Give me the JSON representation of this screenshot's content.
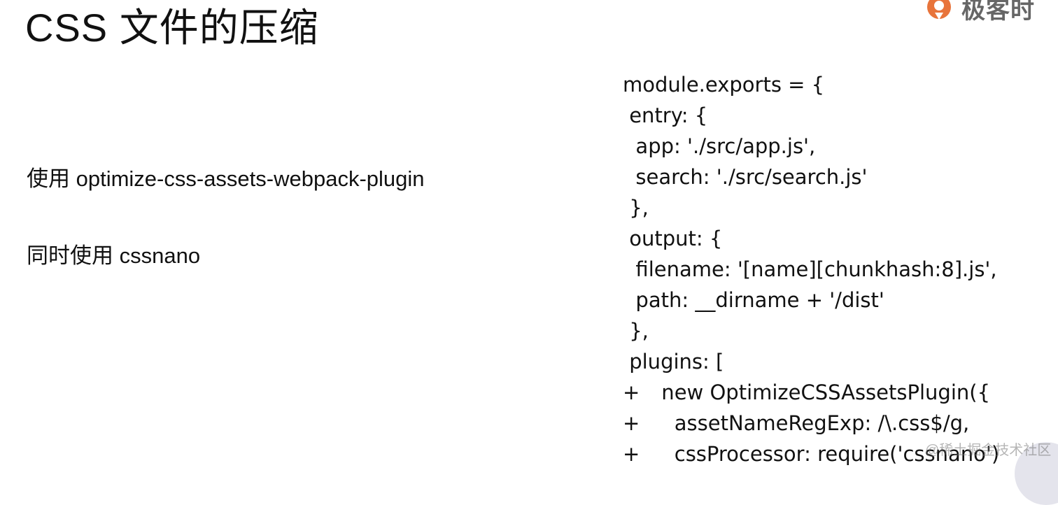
{
  "slide": {
    "title": "CSS 文件的压缩",
    "bullets": [
      "使用 optimize-css-assets-webpack-plugin",
      "同时使用 cssnano"
    ]
  },
  "logo": {
    "text": "极客时",
    "icon": "geektime-logo-icon",
    "color": "#e8743b"
  },
  "code": {
    "lines": [
      {
        "mark": "",
        "text": "module.exports = {"
      },
      {
        "mark": "",
        "text": " entry: {"
      },
      {
        "mark": "",
        "text": "  app: './src/app.js',"
      },
      {
        "mark": "",
        "text": "  search: './src/search.js'"
      },
      {
        "mark": "",
        "text": " },"
      },
      {
        "mark": "",
        "text": " output: {"
      },
      {
        "mark": "",
        "text": "  filename: '[name][chunkhash:8].js',"
      },
      {
        "mark": "",
        "text": "  path: __dirname + '/dist'"
      },
      {
        "mark": "",
        "text": " },"
      },
      {
        "mark": "",
        "text": " plugins: ["
      },
      {
        "mark": "+",
        "text": "      new OptimizeCSSAssetsPlugin({"
      },
      {
        "mark": "+",
        "text": "        assetNameRegExp: /\\.css$/g,"
      },
      {
        "mark": "+",
        "text": "        cssProcessor: require('cssnano')"
      }
    ]
  },
  "watermark": "@稀土掘金技术社区"
}
